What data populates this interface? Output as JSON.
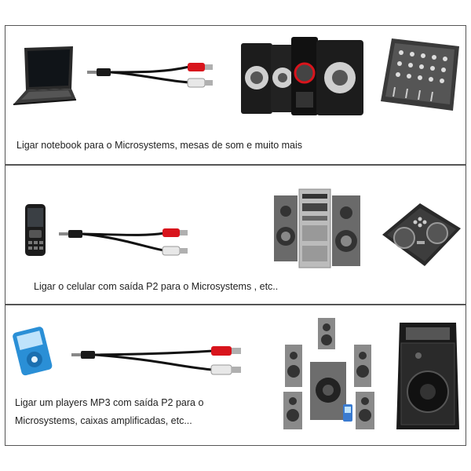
{
  "panels": [
    {
      "caption_lines": [
        "Ligar notebook para o Microsystems, mesas de som e muito mais"
      ],
      "images": [
        "notebook-icon",
        "p2-rca-cable-icon",
        "microsystem-stereo-icon",
        "mixing-console-icon"
      ]
    },
    {
      "caption_lines": [
        "Ligar o celular com saída P2 para o Microsystems , etc.."
      ],
      "images": [
        "cellphone-icon",
        "p2-rca-cable-icon",
        "mini-system-icon",
        "dj-controller-icon"
      ]
    },
    {
      "caption_lines": [
        "Ligar um players MP3 com saída P2 para o",
        "Microsystems, caixas amplificadas, etc..."
      ],
      "images": [
        "mp3-player-icon",
        "p2-rca-cable-icon",
        "surround-speaker-set-icon",
        "amplified-speaker-box-icon"
      ]
    }
  ],
  "colors": {
    "rca_red": "#d8141c",
    "rca_white": "#e8e8e8",
    "device_dark": "#1c1c1c",
    "mp3_blue": "#2a8fd6"
  }
}
